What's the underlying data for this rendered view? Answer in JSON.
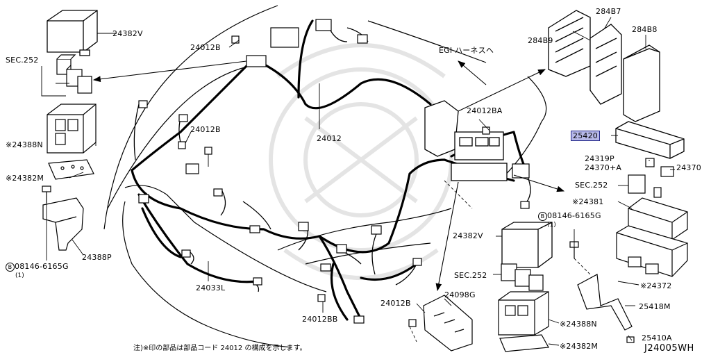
{
  "labels": {
    "p24382V_top": "24382V",
    "sec252_left": "SEC.252",
    "p24388N_left": "※24388N",
    "p24382M_left": "※24382M",
    "p24388P": "24388P",
    "bolt_left": "08146-6165G",
    "bolt_left_qty": "(1)",
    "p24012B_a": "24012B",
    "p24012B_b": "24012B",
    "p24012": "24012",
    "egi": "EGI ハーネスへ",
    "p24012BA": "24012BA",
    "p284B9": "284B9",
    "p284B7": "284B7",
    "p284B8": "284B8",
    "p25420": "25420",
    "p24319P": "24319P",
    "p24370A": "24370+A",
    "p24370": "24370",
    "sec252_right": "SEC.252",
    "p24381": "※24381",
    "bolt_right": "08146-6165G",
    "bolt_right_qty": "(1)",
    "p24382V_mid": "24382V",
    "sec252_mid": "SEC.252",
    "p24033L": "24033L",
    "p24012BB": "24012BB",
    "p24012B_c": "24012B",
    "p24098G": "24098G",
    "p24388N_mid": "※24388N",
    "p24382M_mid": "※24382M",
    "p24372": "※24372",
    "p25418M": "25418M",
    "p25410A": "25410A",
    "bolt_symbol": "B"
  },
  "footnote": "注)※印の部品は部品コード 24012 の構成を示します。",
  "diagram_code": "J24005WH",
  "highlight_color": "#b7b9e8",
  "highlight_border": "#23278a"
}
